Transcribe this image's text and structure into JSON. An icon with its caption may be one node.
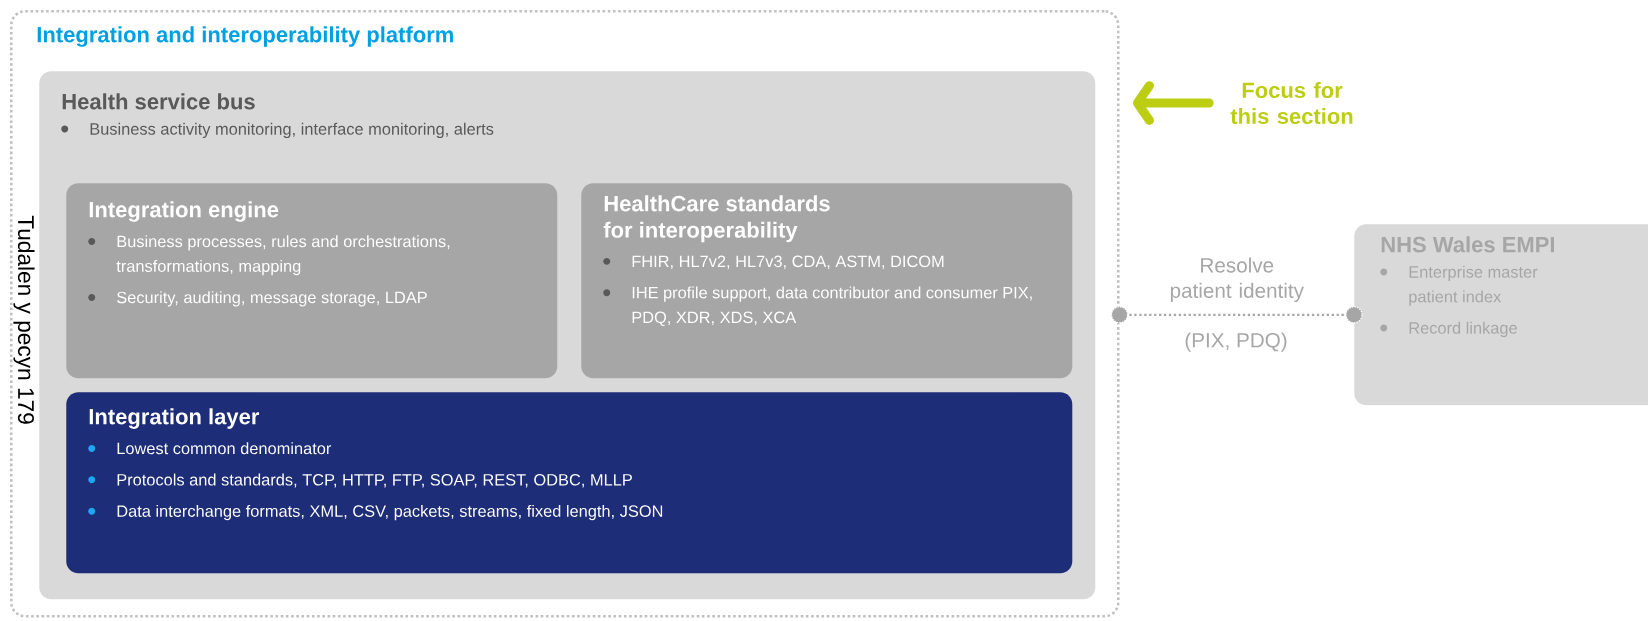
{
  "diagram": {
    "nodes": [
      {
        "text": [
          "Integration and interoperability platform"
        ]
      },
      {
        "text": [
          "Health service bus",
          "Business activity monitoring, interface monitoring, alerts"
        ],
        "in": 0
      },
      {
        "text": [
          "Integration engine",
          "Business processes, rules and orchestrations, transformations, mapping",
          "Security, auditing, message storage, LDAP"
        ],
        "in": 1
      },
      {
        "text": [
          "HealthCare standards for interoperability",
          "FHIR, HL7v2, HL7v3, CDA, ASTM, DICOM",
          "IHE profile support, data contributor and consumer PIX, PDQ, XDR, XDS, XCA"
        ],
        "in": 1
      },
      {
        "text": [
          "Integration layer",
          "Lowest common denominator",
          "Protocols and standards, TCP, HTTP, FTP, SOAP, REST, ODBC, MLLP",
          "Data interchange formats, XML, CSV, packets, streams, fixed length, JSON"
        ],
        "in": 1
      },
      {
        "text": [
          "NHS Wales EMPI",
          "Enterprise master patient index",
          "Record linkage"
        ]
      },
      {
        "text": [
          "Focus for this section"
        ]
      }
    ],
    "edges": [
      {
        "from": 6,
        "to": 0,
        "arrow": "to",
        "style": "thick",
        "color": "#bccd12"
      },
      {
        "from": 0,
        "to": 5,
        "arrow": "other",
        "style": "dashed",
        "color": "#a6a6a6",
        "label": "Resolve patient identity"
      }
    ],
    "labels": [
      "(PIX, PDQ)",
      "Tudalen y pecyn 179"
    ]
  }
}
